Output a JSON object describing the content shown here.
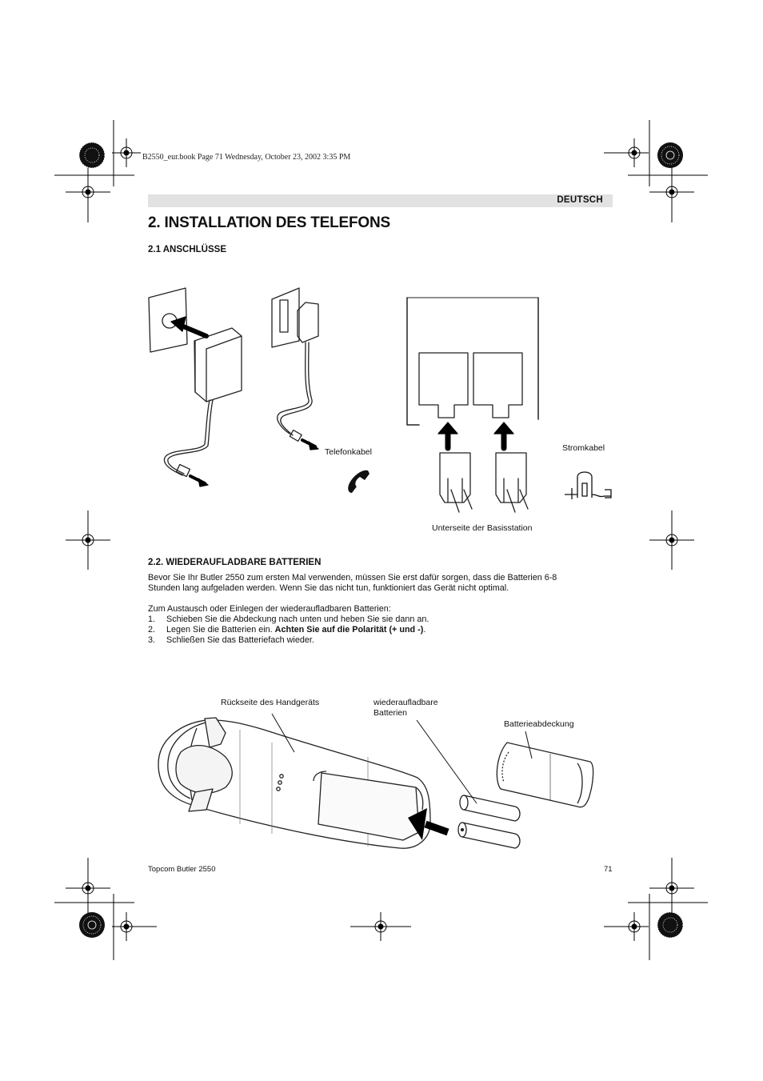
{
  "print_header": "B2550_eur.book  Page 71  Wednesday, October 23, 2002  3:35 PM",
  "language_tab": "DEUTSCH",
  "title": "2. INSTALLATION DES TELEFONS",
  "section_1": {
    "heading": "2.1 ANSCHLÜSSE",
    "labels": {
      "phone_cable": "Telefonkabel",
      "power_cable": "Stromkabel",
      "base_underside": "Unterseite der Basisstation"
    }
  },
  "section_2": {
    "heading": "2.2. WIEDERAUFLADBARE BATTERIEN",
    "intro_line1": "Bevor Sie Ihr Butler 2550 zum ersten Mal verwenden, müssen Sie erst dafür sorgen, dass die Batterien 6-8",
    "intro_line2": "Stunden lang aufgeladen werden. Wenn Sie das nicht tun, funktioniert das Gerät nicht optimal.",
    "steps_intro": "Zum Austausch oder Einlegen der wiederaufladbaren Batterien:",
    "steps": [
      {
        "num": "1.",
        "text": "Schieben Sie die Abdeckung nach unten und heben Sie sie dann an."
      },
      {
        "num": "2.",
        "text": "Legen Sie die Batterien ein. ",
        "bold": "Achten Sie auf die Polarität (+ und -)",
        "after": "."
      },
      {
        "num": "3.",
        "text": "Schließen Sie das Batteriefach wieder."
      }
    ],
    "labels": {
      "handset_back": "Rückseite des Handgeräts",
      "batteries_line1": "wiederaufladbare",
      "batteries_line2": "Batterien",
      "battery_cover": "Batterieabdeckung"
    }
  },
  "footer": {
    "product": "Topcom Butler 2550",
    "page_number": "71"
  }
}
